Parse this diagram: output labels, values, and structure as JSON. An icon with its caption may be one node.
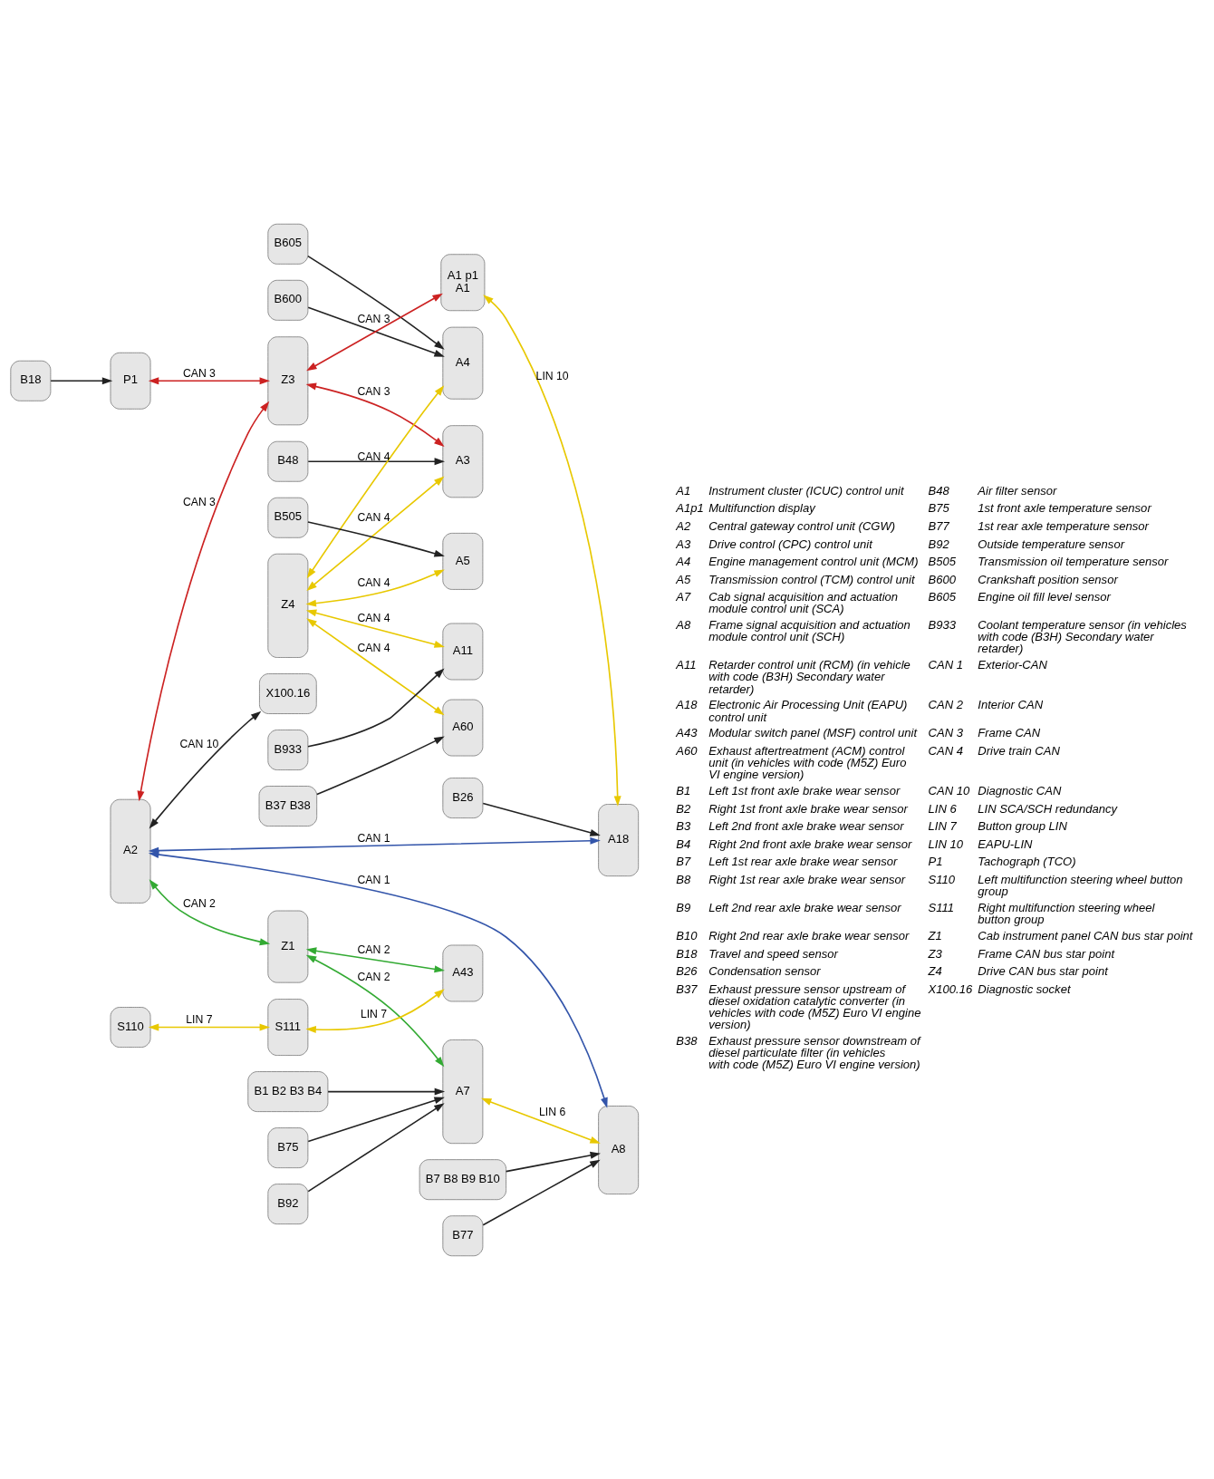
{
  "diagram": {
    "nodes": [
      {
        "text": [
          "P1"
        ]
      },
      {
        "text": [
          "B18"
        ]
      },
      {
        "text": [
          "B48"
        ]
      },
      {
        "text": [
          "A3"
        ]
      },
      {
        "text": [
          "B600"
        ]
      },
      {
        "text": [
          "B605"
        ]
      },
      {
        "text": [
          "A4"
        ]
      },
      {
        "text": [
          "X100.16"
        ]
      },
      {
        "text": [
          "Z3"
        ]
      },
      {
        "text": [
          "A1 p1",
          "A1"
        ]
      },
      {
        "text": [
          "Z4"
        ]
      },
      {
        "text": [
          "A11"
        ]
      },
      {
        "text": [
          "B933"
        ]
      },
      {
        "text": [
          "A5"
        ]
      },
      {
        "text": [
          "B505"
        ]
      },
      {
        "text": [
          "A2"
        ]
      },
      {
        "text": [
          "A18"
        ]
      },
      {
        "text": [
          "A60"
        ]
      },
      {
        "text": [
          "Z1"
        ]
      },
      {
        "text": [
          "A7"
        ]
      },
      {
        "text": [
          "A8"
        ]
      },
      {
        "text": [
          "B37 B38"
        ]
      },
      {
        "text": [
          "A43"
        ]
      },
      {
        "text": [
          "S110"
        ]
      },
      {
        "text": [
          "S111"
        ]
      },
      {
        "text": [
          "B1 B2 B3 B4"
        ]
      },
      {
        "text": [
          "B75"
        ]
      },
      {
        "text": [
          "B92"
        ]
      },
      {
        "text": [
          "B7 B8 B9 B10"
        ]
      },
      {
        "text": [
          "B77"
        ]
      },
      {
        "text": [
          "B26"
        ]
      }
    ],
    "edges": [
      {
        "from": 1,
        "to": 0,
        "arrow": "to"
      },
      {
        "from": 0,
        "to": 8,
        "arrow": "both",
        "label": "CAN 3",
        "color": "#cc2222"
      },
      {
        "from": 8,
        "to": 3,
        "arrow": "both",
        "label": "CAN 3",
        "color": "#cc2222"
      },
      {
        "from": 8,
        "to": 9,
        "arrow": "both",
        "label": "CAN 3",
        "color": "#cc2222"
      },
      {
        "from": 15,
        "to": 8,
        "arrow": "both",
        "label": "CAN 3",
        "color": "#cc2222"
      },
      {
        "from": 2,
        "to": 3,
        "arrow": "to"
      },
      {
        "from": 10,
        "to": 3,
        "arrow": "both",
        "label": "CAN 4",
        "color": "#e8c800"
      },
      {
        "from": 10,
        "to": 6,
        "arrow": "both",
        "label": "CAN 4",
        "color": "#e8c800"
      },
      {
        "from": 4,
        "to": 6,
        "arrow": "to"
      },
      {
        "from": 5,
        "to": 6,
        "arrow": "to"
      },
      {
        "from": 10,
        "to": 11,
        "arrow": "both",
        "label": "CAN 4",
        "color": "#e8c800"
      },
      {
        "from": 12,
        "to": 11,
        "arrow": "to"
      },
      {
        "from": 10,
        "to": 13,
        "arrow": "both",
        "label": "CAN 4",
        "color": "#e8c800"
      },
      {
        "from": 14,
        "to": 13,
        "arrow": "to"
      },
      {
        "from": 10,
        "to": 17,
        "arrow": "both",
        "label": "CAN 4",
        "color": "#e8c800"
      },
      {
        "from": 21,
        "to": 17,
        "arrow": "to"
      },
      {
        "from": 9,
        "to": 16,
        "arrow": "both",
        "label": "LIN 10",
        "color": "#e8c800"
      },
      {
        "from": 15,
        "to": 7,
        "arrow": "both",
        "label": "CAN 10"
      },
      {
        "from": 15,
        "to": 16,
        "arrow": "both",
        "label": "CAN 1",
        "color": "#3355aa"
      },
      {
        "from": 15,
        "to": 20,
        "arrow": "both",
        "label": "CAN 1",
        "color": "#3355aa"
      },
      {
        "from": 15,
        "to": 18,
        "arrow": "both",
        "label": "CAN 2",
        "color": "#33aa33"
      },
      {
        "from": 18,
        "to": 19,
        "arrow": "both",
        "label": "CAN 2",
        "color": "#33aa33"
      },
      {
        "from": 18,
        "to": 22,
        "arrow": "both",
        "label": "CAN 2",
        "color": "#33aa33"
      },
      {
        "from": 19,
        "to": 20,
        "arrow": "both",
        "label": "LIN 6",
        "color": "#e8c800"
      },
      {
        "from": 24,
        "to": 22,
        "arrow": "both",
        "label": "LIN 7",
        "color": "#e8c800"
      },
      {
        "from": 23,
        "to": 24,
        "arrow": "both",
        "label": "LIN 7",
        "color": "#e8c800"
      },
      {
        "from": 25,
        "to": 19,
        "arrow": "to"
      },
      {
        "from": 26,
        "to": 19,
        "arrow": "to"
      },
      {
        "from": 27,
        "to": 19,
        "arrow": "to"
      },
      {
        "from": 28,
        "to": 20,
        "arrow": "to"
      },
      {
        "from": 29,
        "to": 20,
        "arrow": "to"
      },
      {
        "from": 30,
        "to": 16,
        "arrow": "to"
      }
    ],
    "labels": [
      "A1",
      "Instrument cluster (ICUC) control unit",
      "A1p1",
      "Multifunction display",
      "A2",
      "Central gateway control unit (CGW)",
      "A3",
      "Drive control (CPC) control unit",
      "A4",
      "Engine management control unit (MCM)",
      "A5",
      "Transmission control (TCM) control unit",
      "A7",
      "Cab signal acquisition and actuation module control unit (SCA)",
      "A8",
      "Frame signal acquisition and actuation module control unit (SCH)",
      "A11",
      "Retarder control unit (RCM) (in vehicle with code (B3H) Secondary water retarder)",
      "A18",
      "Electronic Air Processing Unit (EAPU) control unit",
      "A43",
      "Modular switch panel (MSF) control unit",
      "A60",
      "Exhaust aftertreatment (ACM) control unit (in vehicles with code (M5Z) Euro VI engine version)",
      "B1",
      "Left 1st front axle brake wear sensor",
      "B2",
      "Right 1st front axle brake wear sensor",
      "B3",
      "Left 2nd front axle brake wear sensor",
      "B4",
      "Right 2nd front axle brake wear sensor",
      "B7",
      "Left 1st rear axle brake wear sensor",
      "B8",
      "Right 1st rear axle brake wear sensor",
      "B9",
      "Left 2nd rear axle brake wear sensor",
      "B10",
      "Right 2nd rear axle brake wear sensor",
      "B18",
      "Travel and speed sensor",
      "B26",
      "Condensation sensor",
      "B37",
      "Exhaust pressure sensor upstream of diesel oxidation catalytic converter (in vehicles with code (M5Z) Euro VI engine version)",
      "B38",
      "Exhaust pressure sensor downstream of diesel particulate filter (in vehicles with code (M5Z) Euro VI engine version)",
      "B48",
      "Air filter sensor",
      "B75",
      "1st front axle temperature sensor",
      "B77",
      "1st rear axle temperature sensor",
      "B92",
      "Outside temperature sensor",
      "B505",
      "Transmission oil temperature sensor",
      "B600",
      "Crankshaft position sensor",
      "B605",
      "Engine oil fill level sensor",
      "B933",
      "Coolant temperature sensor (in vehicles with code (B3H) Secondary water retarder)",
      "CAN 1",
      "Exterior-CAN",
      "CAN 2",
      "Interior CAN",
      "CAN 3",
      "Frame CAN",
      "CAN 4",
      "Drive train CAN",
      "CAN 10",
      "Diagnostic CAN",
      "LIN 6",
      "LIN SCA/SCH redundancy",
      "LIN 7",
      "Button group LIN",
      "LIN 10",
      "EAPU-LIN",
      "P1",
      "Tachograph (TCO)",
      "S110",
      "Left multifunction steering wheel button group",
      "S111",
      "Right multifunction steering wheel button group",
      "Z1",
      "Cab instrument panel CAN bus star point",
      "Z3",
      "Frame CAN bus star point",
      "Z4",
      "Drive CAN bus star point",
      "X100.16",
      "Diagnostic socket"
    ]
  }
}
